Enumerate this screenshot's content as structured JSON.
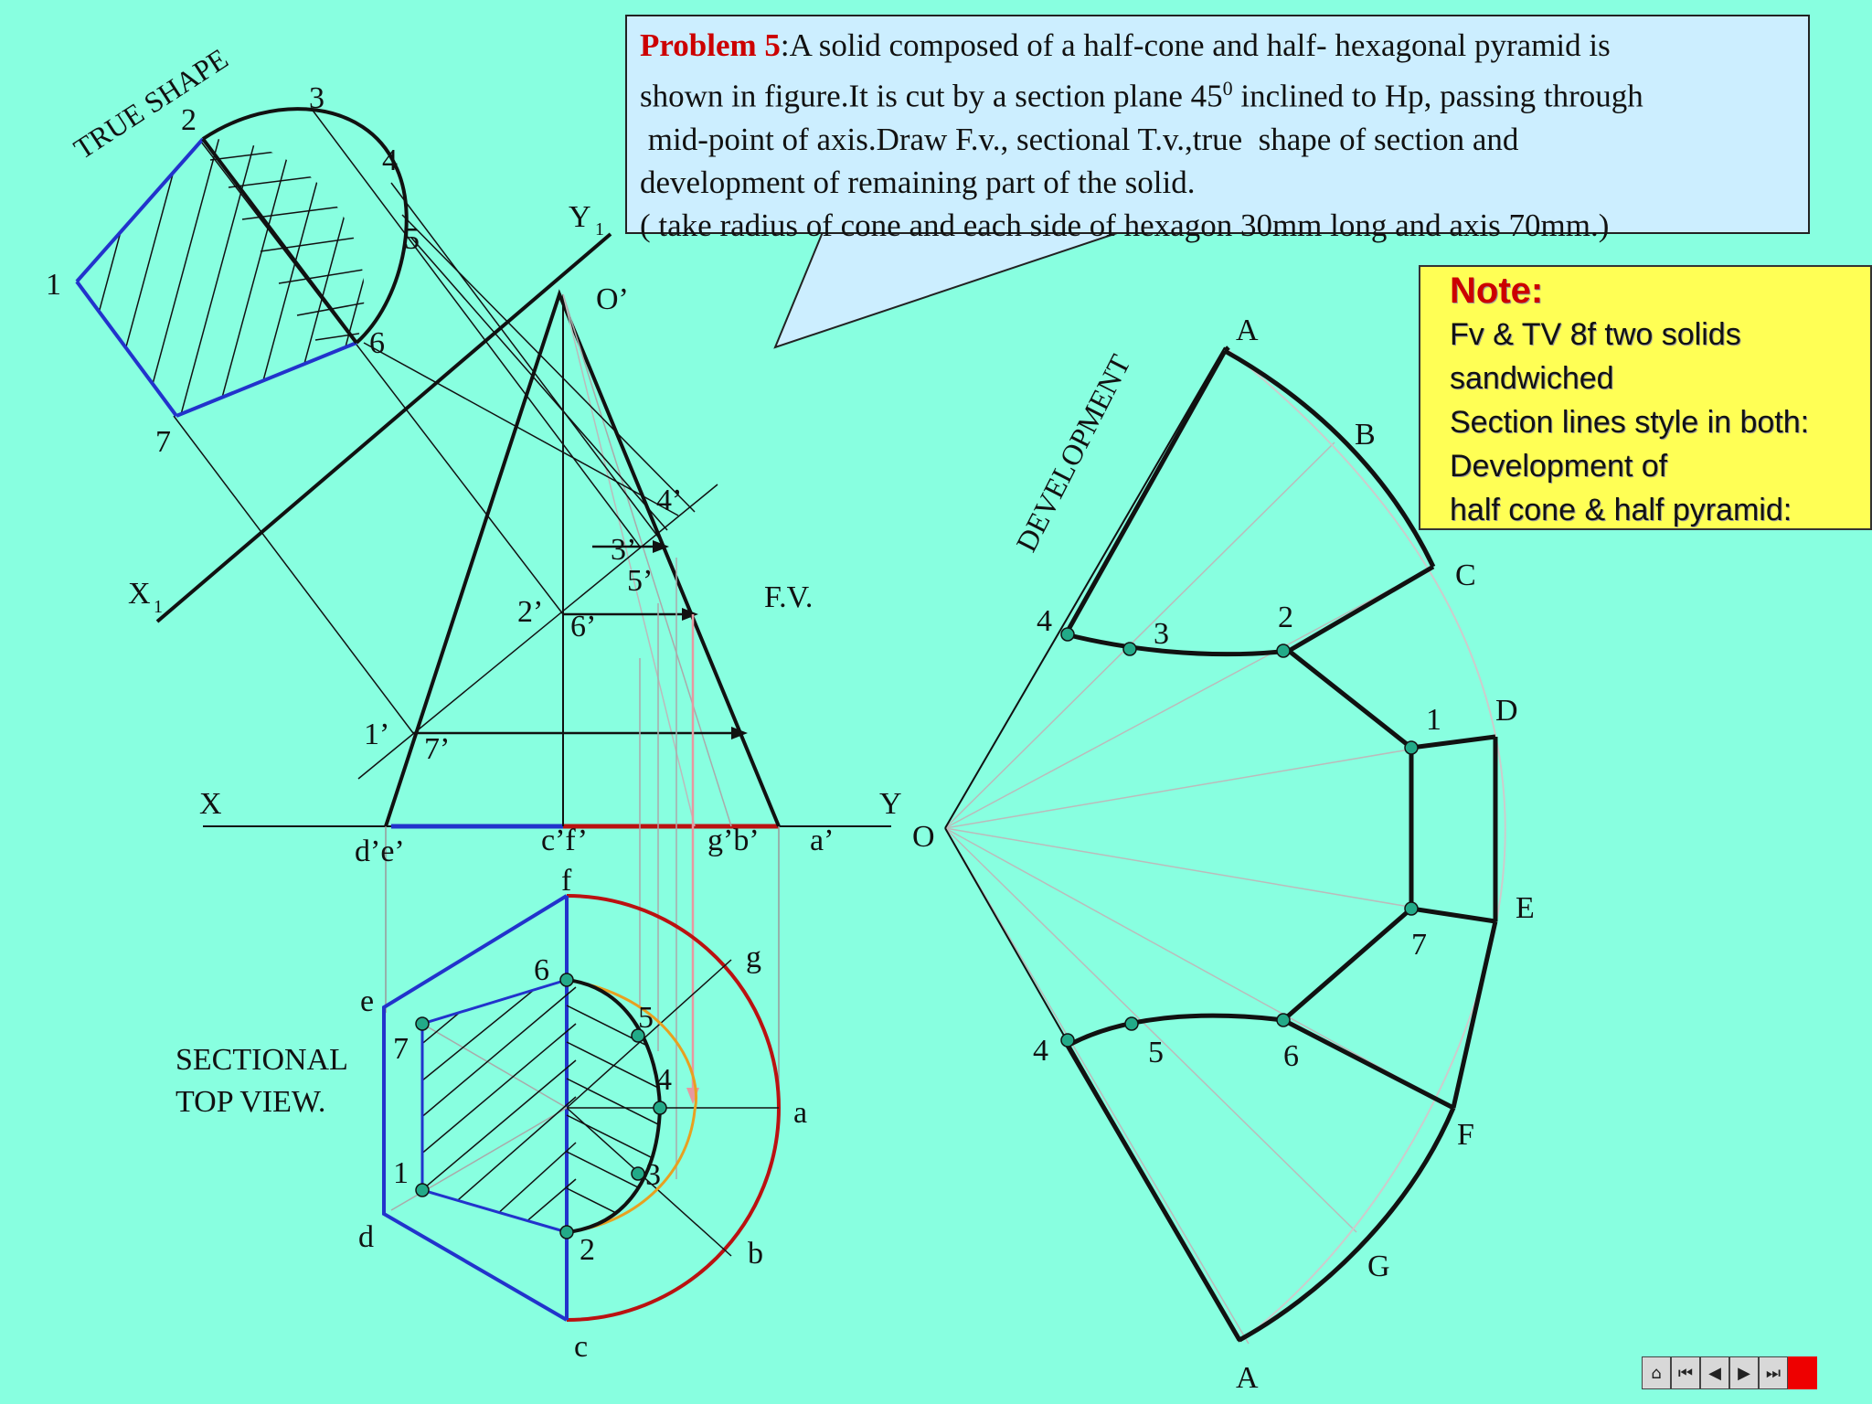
{
  "problem": {
    "title": "Problem 5",
    "line1": ":A solid composed of a half-cone and half- hexagonal pyramid is",
    "line2a": "shown in figure.It is cut by a section plane 45",
    "line2sup": "0",
    "line2b": " inclined to Hp, passing through",
    "line3": " mid-point of axis.Draw F.v., sectional T.v.,true  shape of section and",
    "line4": "development of remaining part of the solid.",
    "line5": "( take radius of cone and each side of hexagon 30mm long and axis 70mm.)"
  },
  "note": {
    "title": "Note:",
    "lines": [
      "Fv & TV 8f two solids",
      "sandwiched",
      "Section lines style in both:",
      "Development of",
      "half cone & half pyramid:"
    ]
  },
  "captions": {
    "true_shape": "TRUE SHAPE",
    "fv": "F.V.",
    "sectional_top_line1": "SECTIONAL",
    "sectional_top_line2": "TOP VIEW.",
    "development": "DEVELOPMENT"
  },
  "labels": {
    "x": "X",
    "y": "Y",
    "x1": "X",
    "y1": "Y",
    "sub1": "1",
    "o_prime": "O’",
    "one_p": "1’",
    "two_p": "2’",
    "three_p": "3’",
    "four_p": "4’",
    "five_p": "5’",
    "six_p": "6’",
    "seven_p": "7’",
    "de_p": "d’e’",
    "cf_p": "c’f’",
    "gb_p": "g’b’",
    "a_p": "a’",
    "ts": [
      "1",
      "2",
      "3",
      "4",
      "5",
      "6",
      "7"
    ],
    "tv": {
      "f": "f",
      "g": "g",
      "e": "e",
      "a": "a",
      "d": "d",
      "b": "b",
      "c": "c",
      "n1": "1",
      "n2": "2",
      "n3": "3",
      "n4": "4",
      "n5": "5",
      "n6": "6",
      "n7": "7"
    },
    "dev": {
      "O": "O",
      "A_top": "A",
      "B": "B",
      "C": "C",
      "D": "D",
      "E": "E",
      "F": "F",
      "G": "G",
      "A_bot": "A",
      "n4a": "4",
      "n3": "3",
      "n2": "2",
      "n1": "1",
      "n7": "7",
      "n6": "6",
      "n5": "5",
      "n4b": "4"
    }
  },
  "colors": {
    "background": "#88FFE0",
    "problem_box": "#CCEEFF",
    "note_box": "#FFFF55",
    "accent_red": "#CC0000",
    "hexagon_blue": "#2233CC",
    "cone_red": "#BB1111",
    "arc_orange": "#E8A020",
    "point_green": "#22AA88"
  },
  "nav": {
    "home_icon": "⌂",
    "first_icon": "⏮",
    "prev_icon": "◀",
    "next_icon": "▶",
    "last_icon": "⏭",
    "exit_icon": ""
  }
}
